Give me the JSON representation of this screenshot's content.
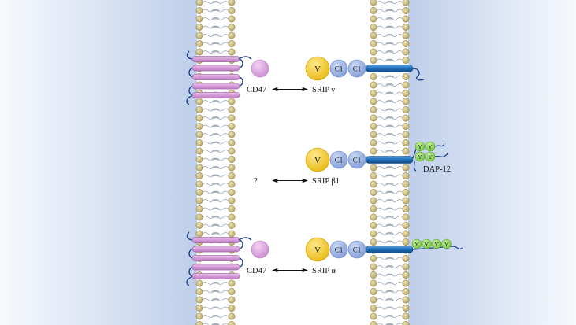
{
  "rows": [
    {
      "ligand": "CD47",
      "receptor": "SRIP γ",
      "domains": [
        "V",
        "C1",
        "C1"
      ],
      "adaptor": "",
      "tyrosines": [],
      "ligand_present": true
    },
    {
      "ligand": "?",
      "receptor": "SRIP β1",
      "domains": [
        "V",
        "C1",
        "C1"
      ],
      "adaptor": "DAP-12",
      "tyrosines": [
        "Y",
        "Y",
        "Y",
        "Y"
      ],
      "ligand_present": false
    },
    {
      "ligand": "CD47",
      "receptor": "SRIP α",
      "domains": [
        "V",
        "C1",
        "C1"
      ],
      "adaptor": "",
      "tyrosines": [
        "Y",
        "Y",
        "Y",
        "Y"
      ],
      "ligand_present": true
    }
  ],
  "colors": {
    "background_gradient": [
      "#f6f9fd",
      "#b9cbea"
    ],
    "cleft": "#ffffff",
    "lipid_head": "#c9b977",
    "lipid_tail": "#7d8fa8",
    "tm_helix": "#d9a2dc",
    "ig_v": "#f4cf3c",
    "ig_c1": "#9fb6e6",
    "tm_receptor": "#1d6cb7",
    "tyrosine": "#8fd65a",
    "tail_line": "#1b3f8c"
  }
}
